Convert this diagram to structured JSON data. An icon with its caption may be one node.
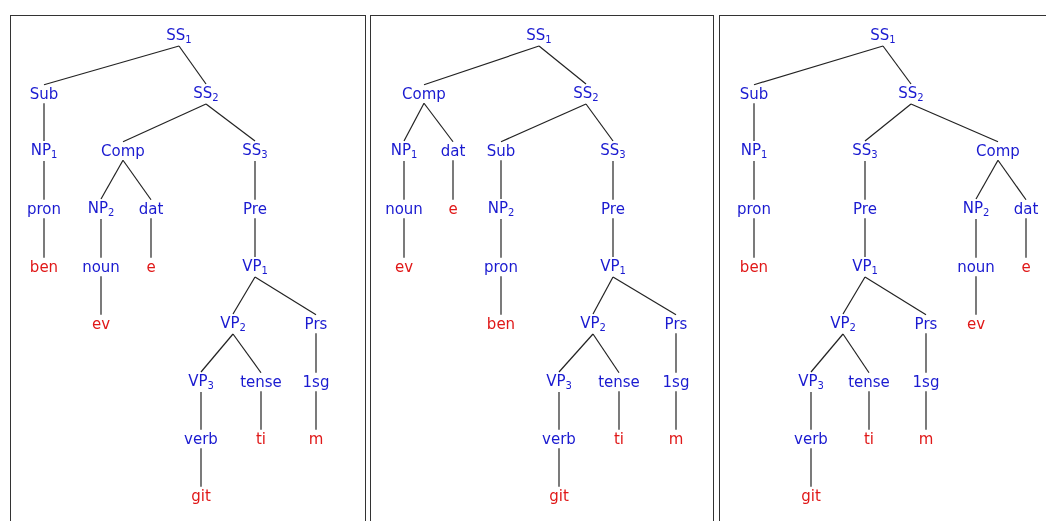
{
  "diagram": {
    "nodes": [
      {
        "text": [],
        "shape": "box"
      },
      {
        "text": [
          "SS$_{1}$"
        ],
        "in": 0
      },
      {
        "text": [
          "Sub"
        ],
        "in": 0
      },
      {
        "text": [
          "SS$_{2}$"
        ],
        "in": 0
      },
      {
        "text": [
          "NP$_{1}$"
        ],
        "in": 0
      },
      {
        "text": [
          "Comp"
        ],
        "in": 0
      },
      {
        "text": [
          "SS$_{3}$"
        ],
        "in": 0
      },
      {
        "text": [
          "pron"
        ],
        "in": 0
      },
      {
        "text": [
          "NP$_{2}$"
        ],
        "in": 0
      },
      {
        "text": [
          "dat"
        ],
        "in": 0
      },
      {
        "text": [
          "Pre"
        ],
        "in": 0
      },
      {
        "text": [
          "ben"
        ],
        "in": 0
      },
      {
        "text": [
          "noun"
        ],
        "in": 0
      },
      {
        "text": [
          "e"
        ],
        "in": 0
      },
      {
        "text": [
          "VP$_{1}$"
        ],
        "in": 0
      },
      {
        "text": [
          "ev"
        ],
        "in": 0
      },
      {
        "text": [
          "VP$_{2}$"
        ],
        "in": 0
      },
      {
        "text": [
          "Prs"
        ],
        "in": 0
      },
      {
        "text": [
          "VP$_{3}$"
        ],
        "in": 0
      },
      {
        "text": [
          "tense"
        ],
        "in": 0
      },
      {
        "text": [
          "1sg"
        ],
        "in": 0
      },
      {
        "text": [
          "verb"
        ],
        "in": 0
      },
      {
        "text": [
          "ti"
        ],
        "in": 0
      },
      {
        "text": [
          "m"
        ],
        "in": 0
      },
      {
        "text": [
          "git"
        ],
        "in": 0
      },
      {
        "text": [],
        "shape": "box"
      },
      {
        "text": [
          "SS$_{1}$"
        ],
        "in": 25
      },
      {
        "text": [
          "Comp"
        ],
        "in": 25
      },
      {
        "text": [
          "SS$_{2}$"
        ],
        "in": 25
      },
      {
        "text": [
          "NP$_{1}$"
        ],
        "in": 25
      },
      {
        "text": [
          "dat"
        ],
        "in": 25
      },
      {
        "text": [
          "Sub"
        ],
        "in": 25
      },
      {
        "text": [
          "SS$_{3}$"
        ],
        "in": 25
      },
      {
        "text": [
          "noun"
        ],
        "in": 25
      },
      {
        "text": [
          "e"
        ],
        "in": 25
      },
      {
        "text": [
          "NP$_{2}$"
        ],
        "in": 25
      },
      {
        "text": [
          "Pre"
        ],
        "in": 25
      },
      {
        "text": [
          "ev"
        ],
        "in": 25
      },
      {
        "text": [
          "pron"
        ],
        "in": 25
      },
      {
        "text": [
          "VP$_{1}$"
        ],
        "in": 25
      },
      {
        "text": [
          "ben"
        ],
        "in": 25
      },
      {
        "text": [
          "VP$_{2}$"
        ],
        "in": 25
      },
      {
        "text": [
          "Prs"
        ],
        "in": 25
      },
      {
        "text": [
          "VP$_{3}$"
        ],
        "in": 25
      },
      {
        "text": [
          "tense"
        ],
        "in": 25
      },
      {
        "text": [
          "1sg"
        ],
        "in": 25
      },
      {
        "text": [
          "verb"
        ],
        "in": 25
      },
      {
        "text": [
          "ti"
        ],
        "in": 25
      },
      {
        "text": [
          "m"
        ],
        "in": 25
      },
      {
        "text": [
          "git"
        ],
        "in": 25
      },
      {
        "text": [],
        "shape": "box"
      },
      {
        "text": [
          "SS$_{1}$"
        ],
        "in": 50
      },
      {
        "text": [
          "Sub"
        ],
        "in": 50
      },
      {
        "text": [
          "SS$_{2}$"
        ],
        "in": 50
      },
      {
        "text": [
          "NP$_{1}$"
        ],
        "in": 50
      },
      {
        "text": [
          "SS$_{3}$"
        ],
        "in": 50
      },
      {
        "text": [
          "Comp"
        ],
        "in": 50
      },
      {
        "text": [
          "pron"
        ],
        "in": 50
      },
      {
        "text": [
          "Pre"
        ],
        "in": 50
      },
      {
        "text": [
          "NP$_{2}$"
        ],
        "in": 50
      },
      {
        "text": [
          "dat"
        ],
        "in": 50
      },
      {
        "text": [
          "ben"
        ],
        "in": 50
      },
      {
        "text": [
          "VP$_{1}$"
        ],
        "in": 50
      },
      {
        "text": [
          "noun"
        ],
        "in": 50
      },
      {
        "text": [
          "e"
        ],
        "in": 50
      },
      {
        "text": [
          "VP$_{2}$"
        ],
        "in": 50
      },
      {
        "text": [
          "Prs"
        ],
        "in": 50
      },
      {
        "text": [
          "ev"
        ],
        "in": 50
      },
      {
        "text": [
          "VP$_{3}$"
        ],
        "in": 50
      },
      {
        "text": [
          "tense"
        ],
        "in": 50
      },
      {
        "text": [
          "1sg"
        ],
        "in": 50
      },
      {
        "text": [
          "verb"
        ],
        "in": 50
      },
      {
        "text": [
          "ti"
        ],
        "in": 50
      },
      {
        "text": [
          "m"
        ],
        "in": 50
      },
      {
        "text": [
          "git"
        ],
        "in": 50
      }
    ],
    "edges": [
      {
        "from": 1,
        "to": 2,
        "arrow": "none"
      },
      {
        "from": 1,
        "to": 3,
        "arrow": "none"
      },
      {
        "from": 2,
        "to": 4,
        "arrow": "none"
      },
      {
        "from": 3,
        "to": 5,
        "arrow": "none"
      },
      {
        "from": 3,
        "to": 6,
        "arrow": "none"
      },
      {
        "from": 4,
        "to": 7,
        "arrow": "none"
      },
      {
        "from": 5,
        "to": 8,
        "arrow": "none"
      },
      {
        "from": 5,
        "to": 9,
        "arrow": "none"
      },
      {
        "from": 6,
        "to": 10,
        "arrow": "none"
      },
      {
        "from": 7,
        "to": 11,
        "arrow": "none"
      },
      {
        "from": 8,
        "to": 12,
        "arrow": "none"
      },
      {
        "from": 9,
        "to": 13,
        "arrow": "none"
      },
      {
        "from": 10,
        "to": 14,
        "arrow": "none"
      },
      {
        "from": 12,
        "to": 15,
        "arrow": "none"
      },
      {
        "from": 14,
        "to": 16,
        "arrow": "none"
      },
      {
        "from": 14,
        "to": 17,
        "arrow": "none"
      },
      {
        "from": 16,
        "to": 18,
        "arrow": "none"
      },
      {
        "from": 16,
        "to": 19,
        "arrow": "none"
      },
      {
        "from": 17,
        "to": 20,
        "arrow": "none"
      },
      {
        "from": 18,
        "to": 21,
        "arrow": "none"
      },
      {
        "from": 19,
        "to": 22,
        "arrow": "none"
      },
      {
        "from": 20,
        "to": 23,
        "arrow": "none"
      },
      {
        "from": 21,
        "to": 24,
        "arrow": "none"
      },
      {
        "from": 26,
        "to": 27,
        "arrow": "none"
      },
      {
        "from": 26,
        "to": 28,
        "arrow": "none"
      },
      {
        "from": 27,
        "to": 29,
        "arrow": "none"
      },
      {
        "from": 27,
        "to": 30,
        "arrow": "none"
      },
      {
        "from": 28,
        "to": 31,
        "arrow": "none"
      },
      {
        "from": 28,
        "to": 32,
        "arrow": "none"
      },
      {
        "from": 29,
        "to": 33,
        "arrow": "none"
      },
      {
        "from": 30,
        "to": 34,
        "arrow": "none"
      },
      {
        "from": 31,
        "to": 35,
        "arrow": "none"
      },
      {
        "from": 32,
        "to": 36,
        "arrow": "none"
      },
      {
        "from": 33,
        "to": 37,
        "arrow": "none"
      },
      {
        "from": 35,
        "to": 38,
        "arrow": "none"
      },
      {
        "from": 36,
        "to": 39,
        "arrow": "none"
      },
      {
        "from": 38,
        "to": 40,
        "arrow": "none"
      },
      {
        "from": 39,
        "to": 41,
        "arrow": "none"
      },
      {
        "from": 39,
        "to": 42,
        "arrow": "none"
      },
      {
        "from": 41,
        "to": 43,
        "arrow": "none"
      },
      {
        "from": 41,
        "to": 44,
        "arrow": "none"
      },
      {
        "from": 42,
        "to": 45,
        "arrow": "none"
      },
      {
        "from": 43,
        "to": 46,
        "arrow": "none"
      },
      {
        "from": 44,
        "to": 47,
        "arrow": "none"
      },
      {
        "from": 45,
        "to": 48,
        "arrow": "none"
      },
      {
        "from": 46,
        "to": 49,
        "arrow": "none"
      },
      {
        "from": 51,
        "to": 52,
        "arrow": "none"
      },
      {
        "from": 51,
        "to": 53,
        "arrow": "none"
      },
      {
        "from": 52,
        "to": 54,
        "arrow": "none"
      },
      {
        "from": 53,
        "to": 55,
        "arrow": "none"
      },
      {
        "from": 53,
        "to": 56,
        "arrow": "none"
      },
      {
        "from": 54,
        "to": 57,
        "arrow": "none"
      },
      {
        "from": 55,
        "to": 58,
        "arrow": "none"
      },
      {
        "from": 56,
        "to": 59,
        "arrow": "none"
      },
      {
        "from": 56,
        "to": 60,
        "arrow": "none"
      },
      {
        "from": 57,
        "to": 61,
        "arrow": "none"
      },
      {
        "from": 58,
        "to": 62,
        "arrow": "none"
      },
      {
        "from": 59,
        "to": 63,
        "arrow": "none"
      },
      {
        "from": 60,
        "to": 64,
        "arrow": "none"
      },
      {
        "from": 62,
        "to": 65,
        "arrow": "none"
      },
      {
        "from": 62,
        "to": 66,
        "arrow": "none"
      },
      {
        "from": 63,
        "to": 67,
        "arrow": "none"
      },
      {
        "from": 65,
        "to": 68,
        "arrow": "none"
      },
      {
        "from": 65,
        "to": 69,
        "arrow": "none"
      },
      {
        "from": 66,
        "to": 70,
        "arrow": "none"
      },
      {
        "from": 68,
        "to": 71,
        "arrow": "none"
      },
      {
        "from": 69,
        "to": 72,
        "arrow": "none"
      },
      {
        "from": 70,
        "to": 73,
        "arrow": "none"
      },
      {
        "from": 71,
        "to": 74,
        "arrow": "none"
      }
    ]
  }
}
